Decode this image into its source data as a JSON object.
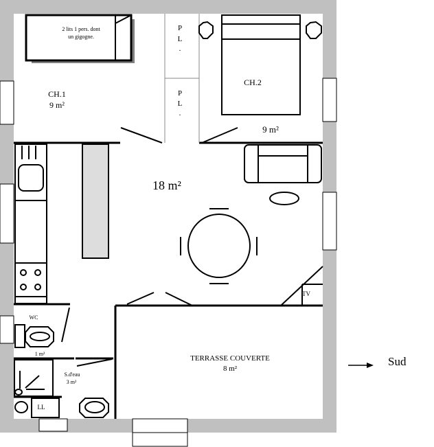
{
  "rooms": {
    "bed_note_1": "2 lits 1 pers. dont",
    "bed_note_2": "un gigogne.",
    "ch1_name": "CH.1",
    "ch1_area": "9 m²",
    "ch2_name": "CH.2",
    "ch2_area": "9 m²",
    "placard_1": [
      "P",
      "L",
      "."
    ],
    "placard_2": [
      "P",
      "L",
      "."
    ],
    "living_area": "18 m²",
    "tv": "TV",
    "wc": "WC",
    "wc_area": "1 m²",
    "sdeau_name": "S.d'eau",
    "sdeau_area": "3 m²",
    "ll": "LL",
    "terrace_name": "TERRASSE COUVERTE",
    "terrace_area": "8 m²"
  },
  "orientation": {
    "label": "Sud"
  }
}
